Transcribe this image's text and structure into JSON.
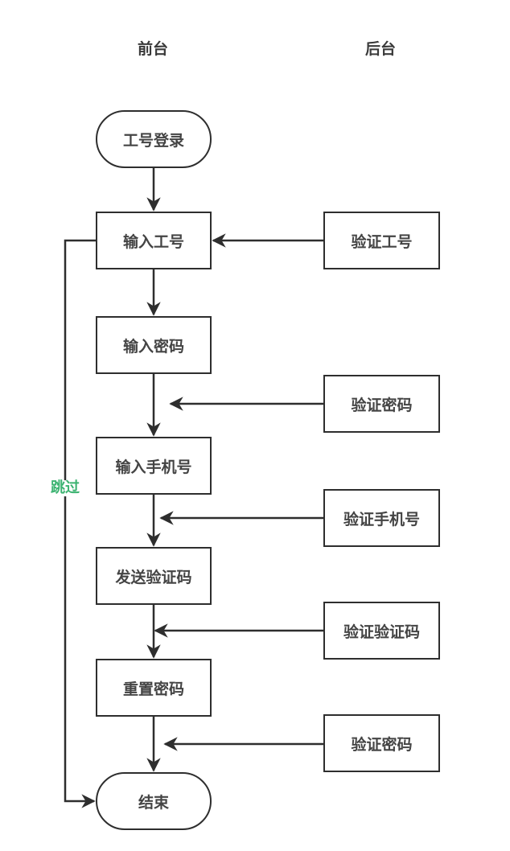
{
  "lanes": {
    "frontend": "前台",
    "backend": "后台"
  },
  "frontend_nodes": [
    {
      "id": "start",
      "label": "工号登录",
      "shape": "terminal"
    },
    {
      "id": "input-id",
      "label": "输入工号",
      "shape": "process"
    },
    {
      "id": "input-password",
      "label": "输入密码",
      "shape": "process"
    },
    {
      "id": "input-phone",
      "label": "输入手机号",
      "shape": "process"
    },
    {
      "id": "send-code",
      "label": "发送验证码",
      "shape": "process"
    },
    {
      "id": "reset-password",
      "label": "重置密码",
      "shape": "process"
    },
    {
      "id": "end",
      "label": "结束",
      "shape": "terminal"
    }
  ],
  "backend_nodes": [
    {
      "id": "verify-id",
      "label": "验证工号",
      "targets": "input-id"
    },
    {
      "id": "verify-password",
      "label": "验证密码",
      "targets": "input-password→input-phone"
    },
    {
      "id": "verify-phone",
      "label": "验证手机号",
      "targets": "input-phone→send-code"
    },
    {
      "id": "verify-code",
      "label": "验证验证码",
      "targets": "send-code→reset-password"
    },
    {
      "id": "verify-password-2",
      "label": "验证密码",
      "targets": "reset-password→end"
    }
  ],
  "skip_edge": {
    "label": "跳过",
    "from": "input-id",
    "to": "end",
    "color": "#3cb371"
  },
  "colors": {
    "stroke": "#2e2e2e",
    "text": "#444444",
    "skip": "#3cb371"
  }
}
